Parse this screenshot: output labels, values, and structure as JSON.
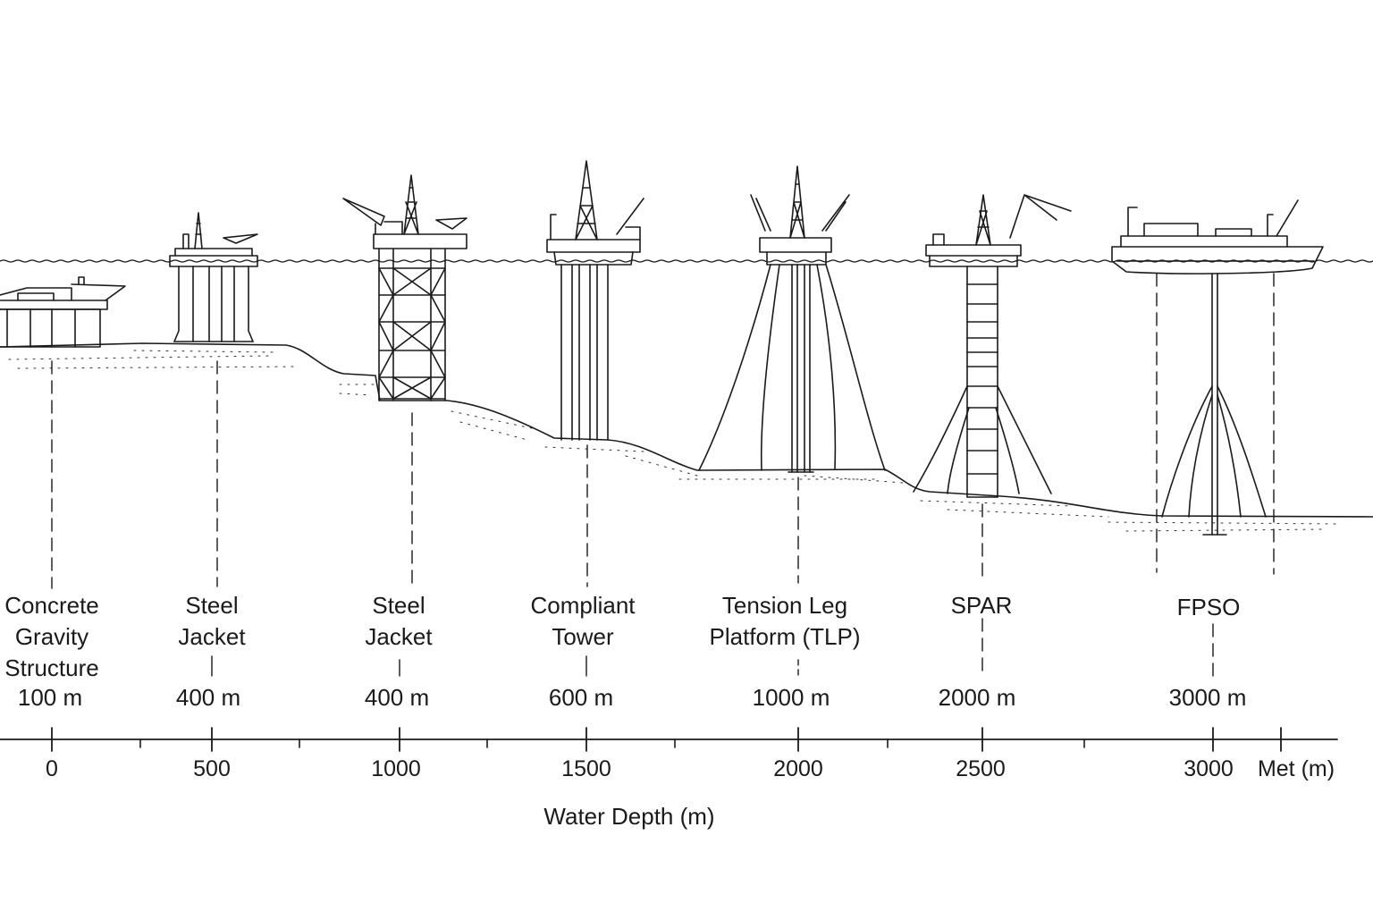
{
  "platforms": [
    {
      "label": "Concrete\nGravity\nStructure",
      "depth": "100 m"
    },
    {
      "label": "Steel\nJacket",
      "depth": "400 m"
    },
    {
      "label": "Steel\nJacket",
      "depth": "400 m"
    },
    {
      "label": "Compliant\nTower",
      "depth": "600 m"
    },
    {
      "label": "Tension Leg\nPlatform (TLP)",
      "depth": "1000 m"
    },
    {
      "label": "SPAR",
      "depth": "2000 m"
    },
    {
      "label": "FPSO",
      "depth": "3000 m"
    }
  ],
  "axis": {
    "ticks": [
      "0",
      "500",
      "1000",
      "1500",
      "2000",
      "2500",
      "3000"
    ],
    "unit_label": "Met (m)",
    "title": "Water Depth (m)"
  }
}
